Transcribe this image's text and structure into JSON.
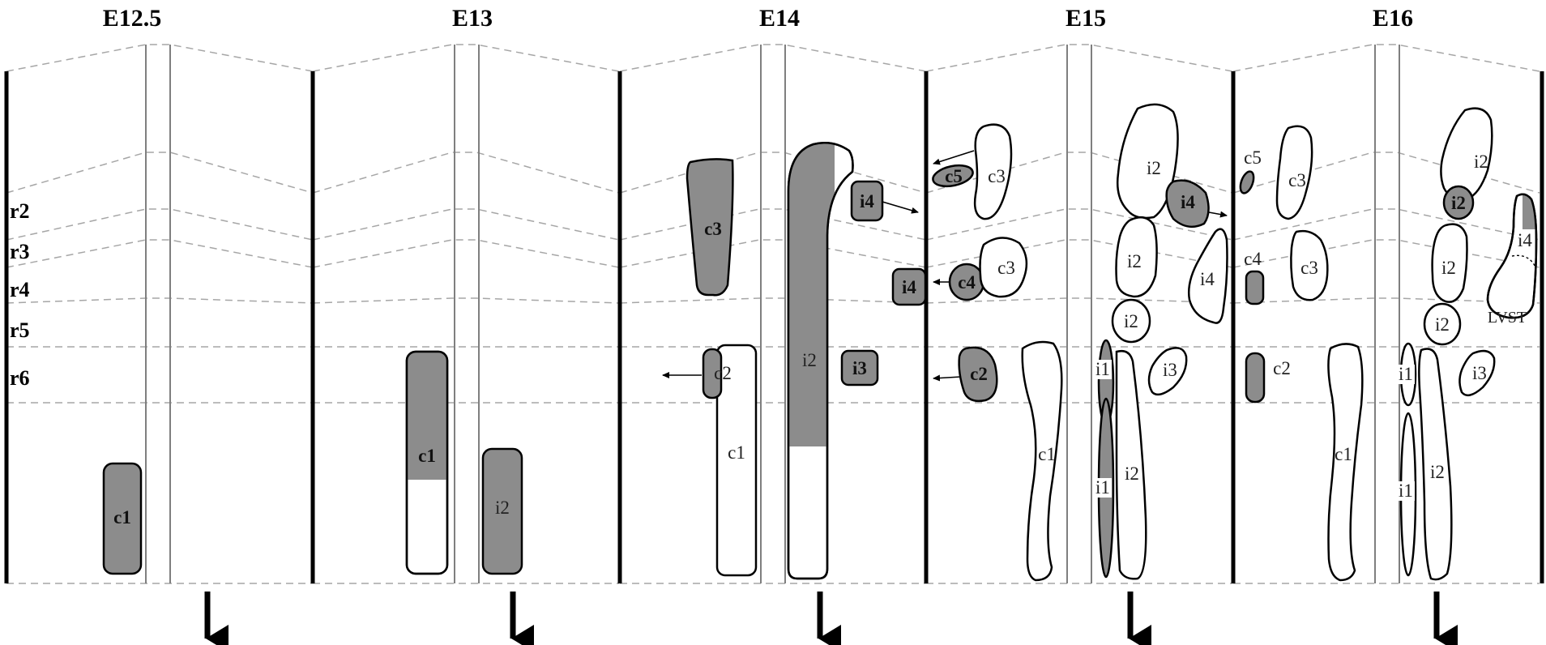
{
  "stages": [
    "E12.5",
    "E13",
    "E14",
    "E15",
    "E16"
  ],
  "rows": [
    "r2",
    "r3",
    "r4",
    "r5",
    "r6"
  ],
  "labels": {
    "c1": "c1",
    "c2": "c2",
    "c3": "c3",
    "c4": "c4",
    "c5": "c5",
    "i1": "i1",
    "i2": "i2",
    "i3": "i3",
    "i4": "i4",
    "lvst": "LVST"
  },
  "colors": {
    "labeled_population": "#8c8c8c",
    "unlabeled_population": "#ffffff",
    "outline": "#000000"
  }
}
